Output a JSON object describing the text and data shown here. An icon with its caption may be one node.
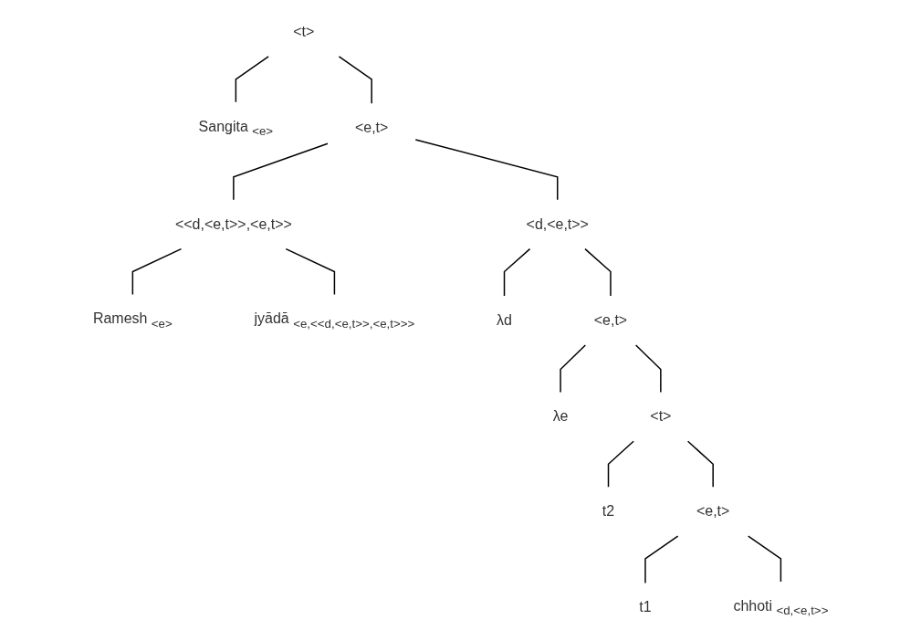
{
  "diagram": {
    "nodes": [
      {
        "text": [
          "<t>"
        ]
      },
      {
        "text": [
          "Sangita $_{<e>}$"
        ]
      },
      {
        "text": [
          "<e,t>"
        ]
      },
      {
        "text": [
          "<<d,<e,t>>,<e,t>>"
        ]
      },
      {
        "text": [
          "<d,<e,t>>"
        ]
      },
      {
        "text": [
          "Ramesh $_{<e>}$"
        ]
      },
      {
        "text": [
          "jyādā $_{<e,<<d,<e,t>>,<e,t>>>}$"
        ]
      },
      {
        "text": [
          "λd"
        ]
      },
      {
        "text": [
          "<e,t>"
        ]
      },
      {
        "text": [
          "λe"
        ]
      },
      {
        "text": [
          "<t>"
        ]
      },
      {
        "text": [
          "t2"
        ]
      },
      {
        "text": [
          "<e,t>"
        ]
      },
      {
        "text": [
          "t1"
        ]
      },
      {
        "text": [
          "chhoti $_{<d,<e,t>>}$"
        ]
      }
    ],
    "edges": [
      {
        "from": 0,
        "to": 1,
        "arrow": "none"
      },
      {
        "from": 0,
        "to": 2,
        "arrow": "none"
      },
      {
        "from": 2,
        "to": 3,
        "arrow": "none"
      },
      {
        "from": 2,
        "to": 4,
        "arrow": "none"
      },
      {
        "from": 3,
        "to": 5,
        "arrow": "none"
      },
      {
        "from": 3,
        "to": 6,
        "arrow": "none"
      },
      {
        "from": 4,
        "to": 7,
        "arrow": "none"
      },
      {
        "from": 4,
        "to": 8,
        "arrow": "none"
      },
      {
        "from": 8,
        "to": 9,
        "arrow": "none"
      },
      {
        "from": 8,
        "to": 10,
        "arrow": "none"
      },
      {
        "from": 10,
        "to": 11,
        "arrow": "none"
      },
      {
        "from": 10,
        "to": 12,
        "arrow": "none"
      },
      {
        "from": 12,
        "to": 13,
        "arrow": "none"
      },
      {
        "from": 12,
        "to": 14,
        "arrow": "none"
      }
    ]
  }
}
